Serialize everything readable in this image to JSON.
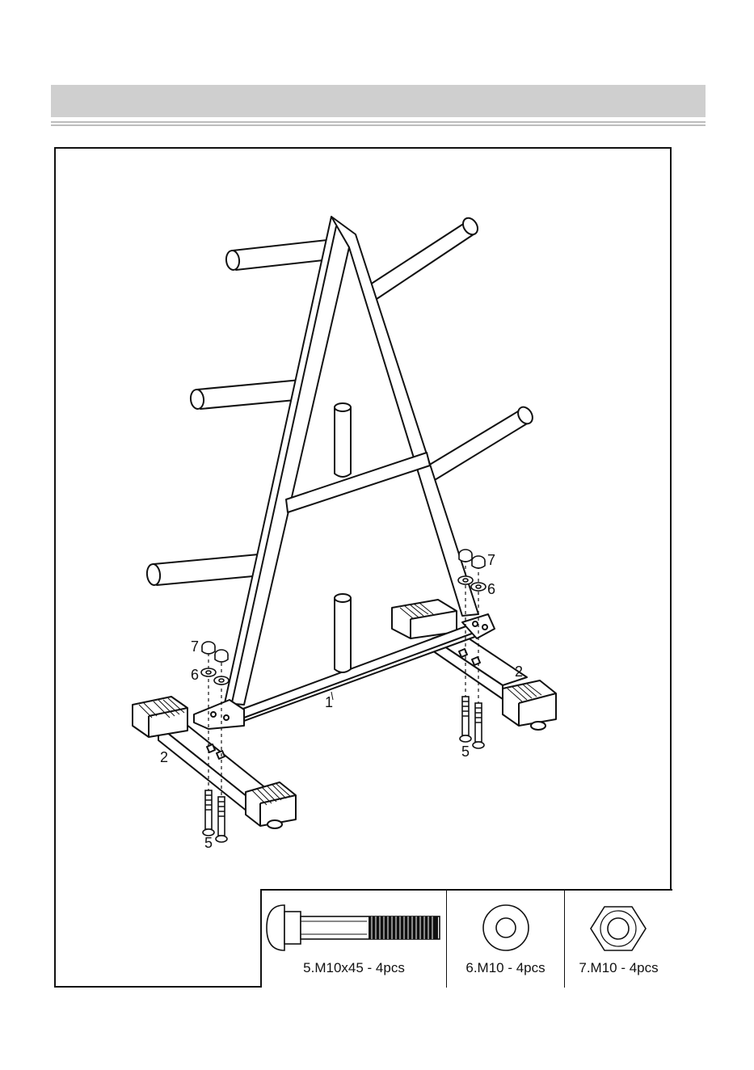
{
  "header": {
    "title": ""
  },
  "diagram": {
    "labels": {
      "frame": "1",
      "base_left": "2",
      "base_right": "2",
      "bolt_left": "5",
      "bolt_right": "5",
      "washer_left": "6",
      "washer_right": "6",
      "nut_left": "7",
      "nut_right": "7"
    }
  },
  "parts": [
    {
      "icon": "carriage-bolt-icon",
      "caption": "5.M10x45 - 4pcs"
    },
    {
      "icon": "washer-icon",
      "caption": "6.M10 - 4pcs"
    },
    {
      "icon": "hex-nut-icon",
      "caption": "7.M10 - 4pcs"
    }
  ]
}
